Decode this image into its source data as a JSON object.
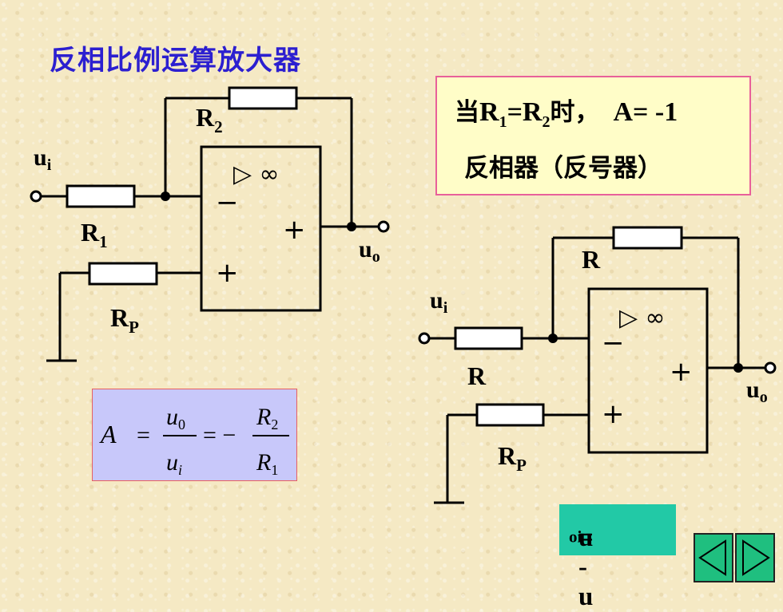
{
  "title": "反相比例运算放大器",
  "info": {
    "line1_prefix": "当",
    "line1_r1": "R",
    "line1_r1_sub": "1",
    "line1_eq": "=R",
    "line1_r2_sub": "2",
    "line1_suffix": "时，",
    "line1_gain": "A= -1",
    "line2": "反相器（反号器）"
  },
  "circuit_left": {
    "input": "u",
    "input_sub": "i",
    "output": "u",
    "output_sub": "o",
    "r_in": "R",
    "r_in_sub": "1",
    "r_fb": "R",
    "r_fb_sub": "2",
    "r_p": "R",
    "r_p_sub": "P",
    "opamp_symbol": "▷ ∞",
    "minus": "−",
    "plus_out": "+",
    "plus_in": "+"
  },
  "circuit_right": {
    "input": "u",
    "input_sub": "i",
    "output": "u",
    "output_sub": "o",
    "r_in": "R",
    "r_fb": "R",
    "r_p": "R",
    "r_p_sub": "P",
    "opamp_symbol": "▷ ∞",
    "minus": "−",
    "plus_out": "+",
    "plus_in": "+"
  },
  "formula": {
    "lhs": "A",
    "eq": "=",
    "num1": "u",
    "num1_sub": "0",
    "den1": "u",
    "den1_sub": "i",
    "eq2": "= −",
    "num2": "R",
    "num2_sub": "2",
    "den2": "R",
    "den2_sub": "1"
  },
  "result": {
    "u_o": "u",
    "u_o_sub": "o",
    "rest": " = -u",
    "rest_sub": "i"
  },
  "colors": {
    "title": "#2c1fd0",
    "info_bg": "#fffdc8",
    "info_border": "#e8609a",
    "formula_bg": "#c8c8fa",
    "result_bg": "#22c9a6",
    "nav": "#1fbf7f"
  },
  "nav": {
    "prev_icon": "triangle-left-icon",
    "next_icon": "triangle-right-icon"
  }
}
